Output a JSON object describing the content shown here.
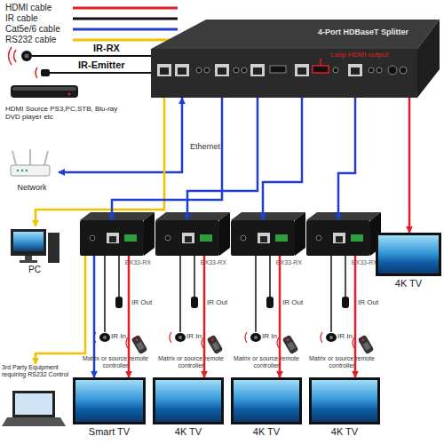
{
  "diagram": {
    "nodes": [
      {
        "text": [
          "4-Port HDBaseT Splitter"
        ]
      },
      {
        "text": [
          "HDMI Source PS3,PC,STB, Blu-ray DVD player etc"
        ]
      },
      {
        "text": [
          "Network"
        ]
      },
      {
        "text": [
          "PC"
        ]
      },
      {
        "text": [
          "EX33-RX"
        ]
      },
      {
        "text": [
          "EX33-RX"
        ]
      },
      {
        "text": [
          "EX33-RX"
        ]
      },
      {
        "text": [
          "EX33-RX"
        ]
      },
      {
        "text": [
          "4K TV"
        ]
      },
      {
        "text": [
          "3rd Party Equipment requiring RS232 Control"
        ]
      },
      {
        "text": [
          "Smart TV"
        ]
      },
      {
        "text": [
          "4K TV"
        ]
      },
      {
        "text": [
          "4K TV"
        ]
      },
      {
        "text": [
          "4K TV"
        ]
      }
    ],
    "edges": [
      {
        "from": 2,
        "to": 0,
        "arrow": "both"
      },
      {
        "from": 0,
        "to": 3,
        "arrow": "to"
      },
      {
        "from": 0,
        "to": 4,
        "arrow": "to"
      },
      {
        "from": 0,
        "to": 5,
        "arrow": "to"
      },
      {
        "from": 0,
        "to": 6,
        "arrow": "to"
      },
      {
        "from": 0,
        "to": 7,
        "arrow": "to"
      },
      {
        "from": 0,
        "to": 8,
        "arrow": "to"
      },
      {
        "from": 4,
        "to": 10,
        "arrow": "to"
      },
      {
        "from": 4,
        "to": 10,
        "arrow": "to"
      },
      {
        "from": 4,
        "to": 9,
        "arrow": "to"
      },
      {
        "from": 5,
        "to": 11,
        "arrow": "to"
      },
      {
        "from": 6,
        "to": 12,
        "arrow": "to"
      },
      {
        "from": 7,
        "to": 13,
        "arrow": "to"
      }
    ],
    "labels": [
      "IR-RX",
      "IR-Emitter",
      "Loop HDMI output",
      "Ethernet",
      "IR Out",
      "IR In",
      "Matrix or source remote controller",
      "IR Out",
      "IR In",
      "Matrix or source remote controller",
      "IR Out",
      "IR In",
      "Matrix or source remote controller",
      "IR Out",
      "IR In",
      "Matrix or source remote controller"
    ],
    "legend": [
      {
        "text": "HDMI cable"
      },
      {
        "text": "IR cable"
      },
      {
        "text": "Cat5e/6 cable"
      },
      {
        "text": "RS232 cable"
      }
    ]
  }
}
